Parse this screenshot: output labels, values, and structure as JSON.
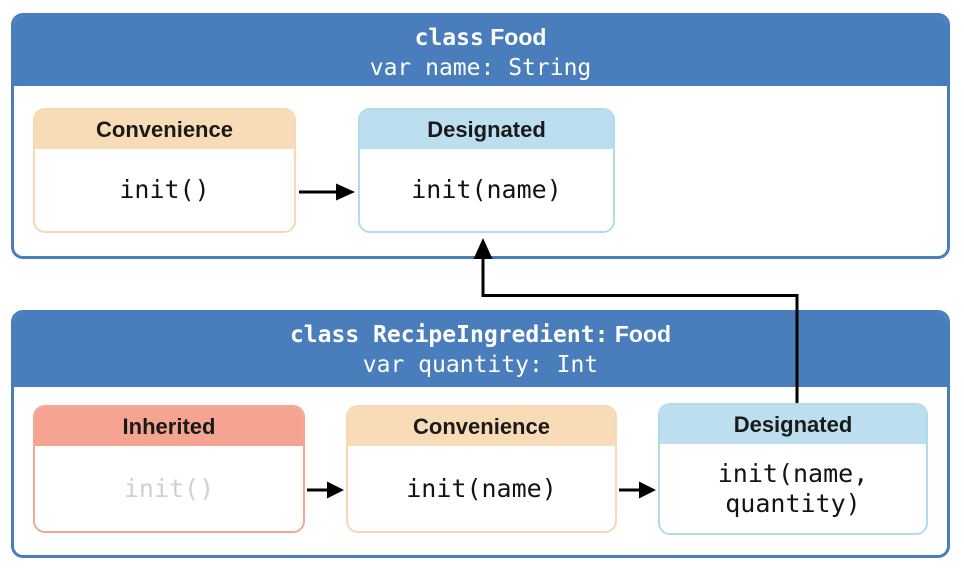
{
  "diagram": {
    "kind": "initializer-delegation-diagram",
    "colors": {
      "class_blue": "#4A7DBC",
      "convenience_header": "#F8DCB8",
      "designated_header": "#BBDFEE",
      "inherited_header": "#F4A491",
      "inherited_code_text": "#D0D0D0",
      "arrow": "#000000"
    },
    "classes": [
      {
        "title_code": "class",
        "title_emph": "Food",
        "property": "var name: String",
        "initializers": [
          {
            "kind": "Convenience",
            "code": "init()"
          },
          {
            "kind": "Designated",
            "code": "init(name)"
          }
        ]
      },
      {
        "title_code": "class RecipeIngredient:",
        "title_emph": "Food",
        "property": "var quantity: Int",
        "initializers": [
          {
            "kind": "Inherited",
            "code": "init()"
          },
          {
            "kind": "Convenience",
            "code": "init(name)"
          },
          {
            "kind": "Designated",
            "code": "init(name,\nquantity)"
          }
        ]
      }
    ],
    "arrows": [
      {
        "from": "Food Convenience init()",
        "to": "Food Designated init(name)"
      },
      {
        "from": "RecipeIngredient Inherited init()",
        "to": "RecipeIngredient Convenience init(name)"
      },
      {
        "from": "RecipeIngredient Convenience init(name)",
        "to": "RecipeIngredient Designated init(name, quantity)"
      },
      {
        "from": "RecipeIngredient Designated init(name, quantity)",
        "to": "Food Designated init(name)"
      }
    ]
  }
}
